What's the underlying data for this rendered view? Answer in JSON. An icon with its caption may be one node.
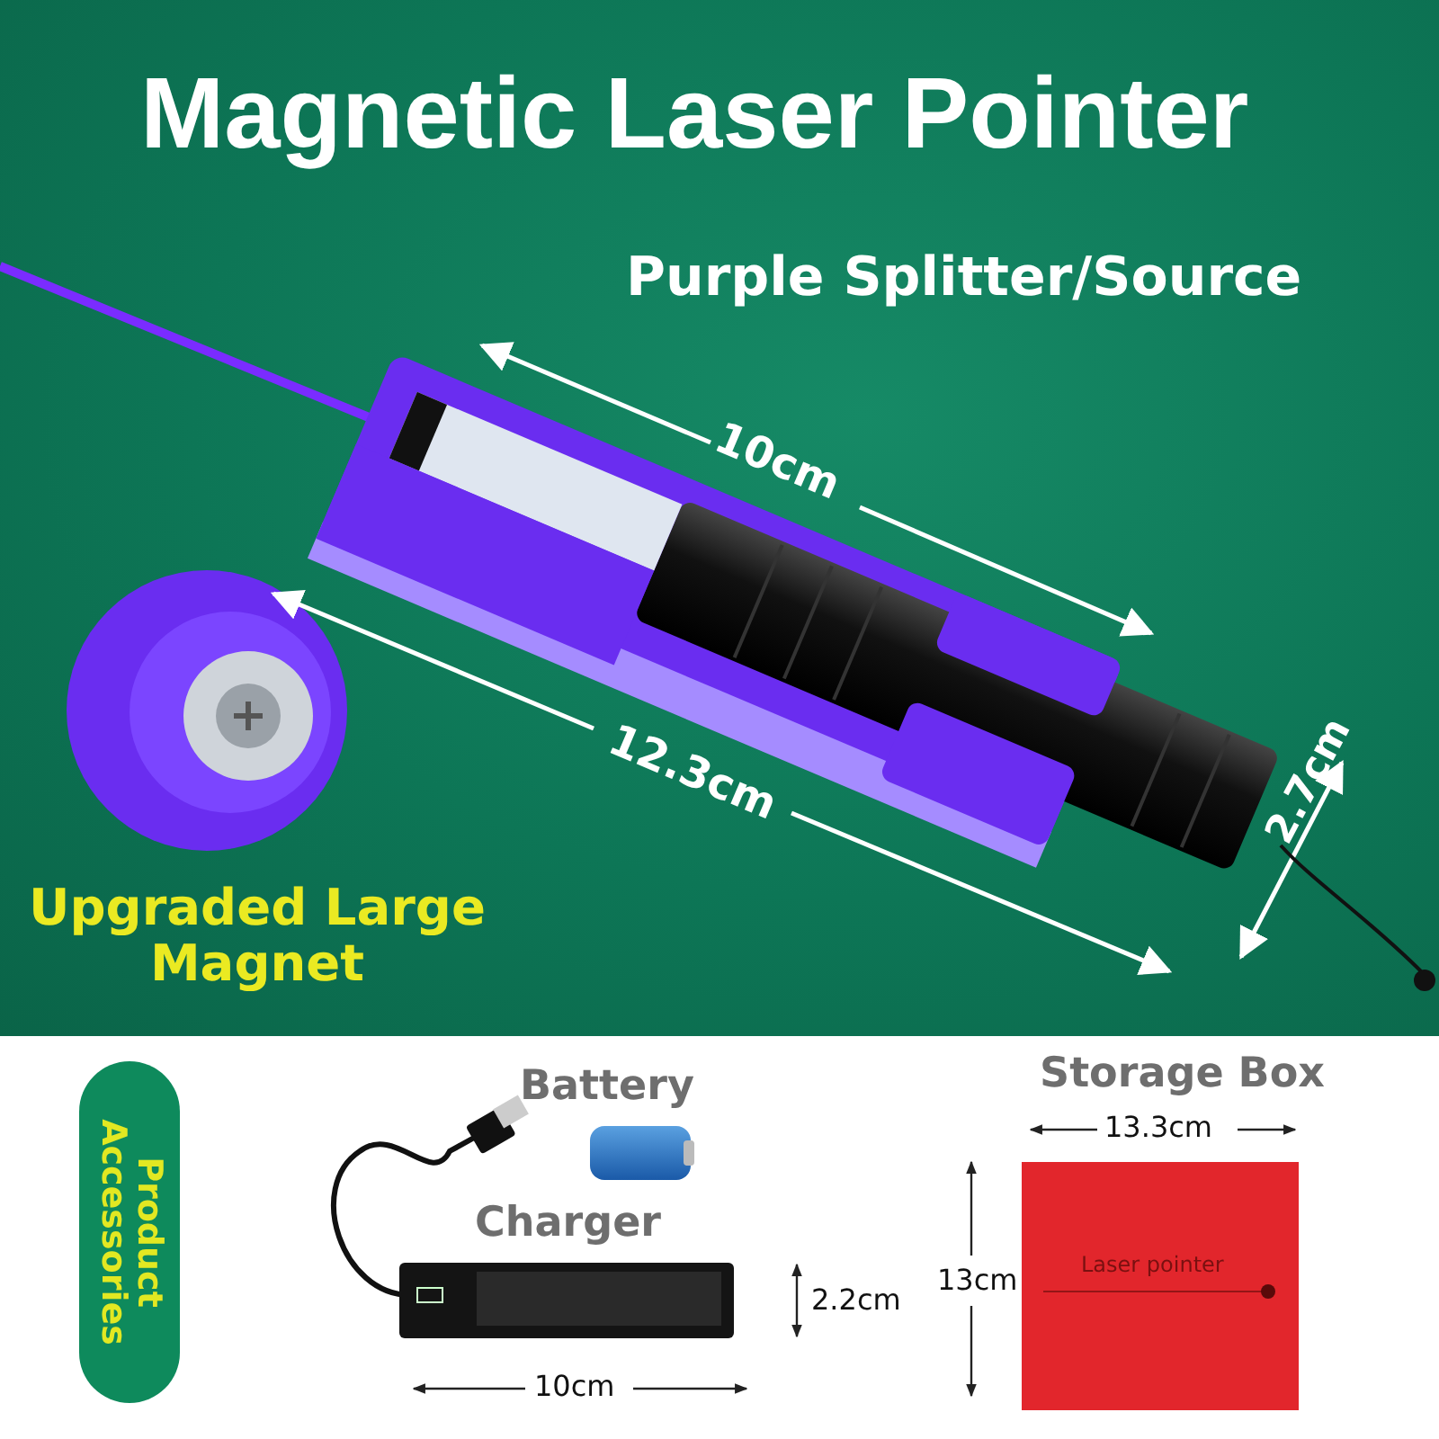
{
  "diagram": {
    "title": "Magnetic Laser Pointer",
    "labels": [
      "Purple Splitter/Source",
      "10cm",
      "12.3cm",
      "2.7cm",
      "Upgraded Large Magnet",
      "Product Accessories",
      "Battery",
      "Charger",
      "2.2cm",
      "10cm",
      "Storage Box",
      "13.3cm",
      "13cm",
      "Laser pointer"
    ]
  }
}
